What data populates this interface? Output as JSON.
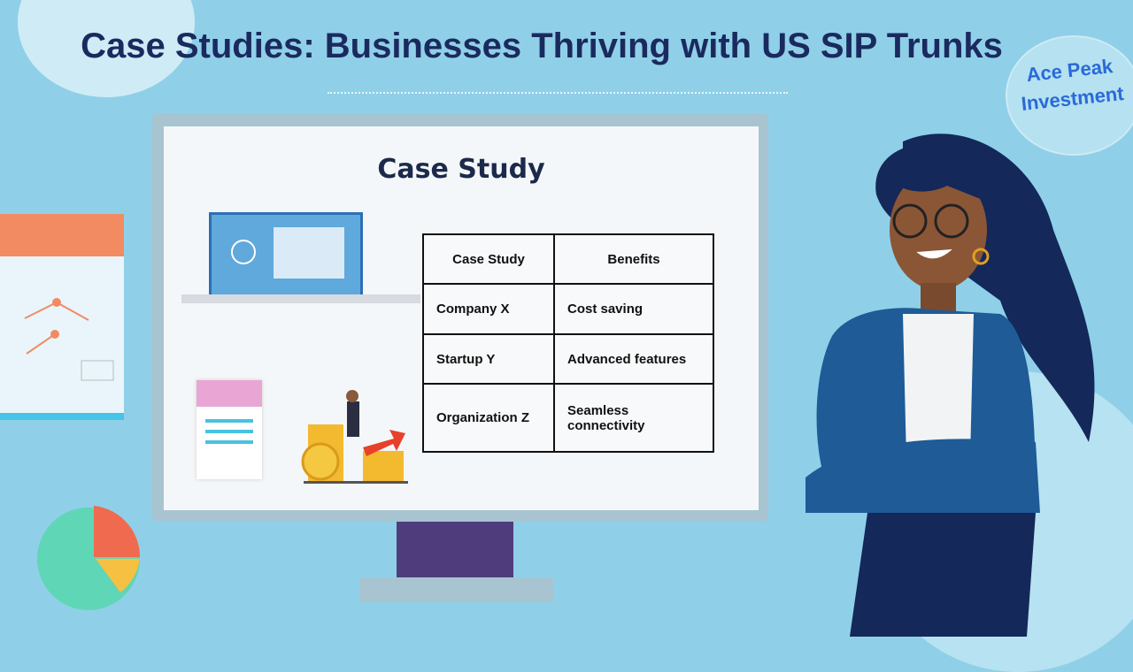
{
  "title": "Case Studies: Businesses Thriving with US SIP Trunks",
  "logo": {
    "line1": "Ace Peak",
    "line2": "Investment"
  },
  "slide": {
    "title": "Case Study",
    "table": {
      "headers": [
        "Case Study",
        "Benefits"
      ],
      "rows": [
        [
          "Company X",
          "Cost saving"
        ],
        [
          "Startup Y",
          "Advanced features"
        ],
        [
          "Organization Z",
          "Seamless connectivity"
        ]
      ]
    }
  },
  "colors": {
    "background": "#8fd0e8",
    "title": "#1b2a5e",
    "logo_text": "#2a6ad8",
    "stand": "#4f3c7c"
  }
}
